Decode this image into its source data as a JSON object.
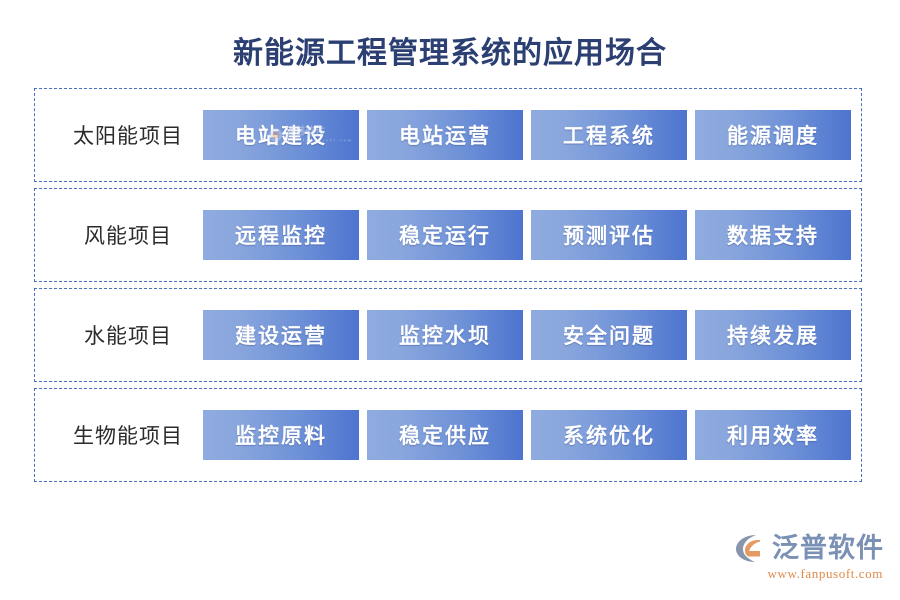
{
  "page": {
    "title": "新能源工程管理系统的应用场合",
    "background_color": "#ffffff",
    "title_color": "#2b3f72"
  },
  "theme": {
    "dashed_border_color": "#4a6ec4",
    "chip_gradient_from": "#8fabdf",
    "chip_gradient_to": "#4d74cf",
    "chip_text_color": "#ffffff",
    "label_text_color": "#2b2b2b"
  },
  "rows": [
    {
      "label": "太阳能项目",
      "chips": [
        "电站建设",
        "电站运营",
        "工程系统",
        "能源调度"
      ],
      "watermark_on_first_chip": true
    },
    {
      "label": "风能项目",
      "chips": [
        "远程监控",
        "稳定运行",
        "预测评估",
        "数据支持"
      ],
      "watermark_on_first_chip": false
    },
    {
      "label": "水能项目",
      "chips": [
        "建设运营",
        "监控水坝",
        "安全问题",
        "持续发展"
      ],
      "watermark_on_first_chip": false
    },
    {
      "label": "生物能项目",
      "chips": [
        "监控原料",
        "稳定供应",
        "系统优化",
        "利用效率"
      ],
      "watermark_on_first_chip": false
    }
  ],
  "watermark": {
    "name": "泛普软件",
    "url": "www.fanpusoft.com"
  },
  "brand": {
    "name": "泛普软件",
    "url": "www.fanpusoft.com",
    "name_color": "#7b90b5",
    "url_color": "#e08a4a",
    "mark_outer_color": "#8795ad",
    "mark_inner_color": "#e59a63"
  }
}
